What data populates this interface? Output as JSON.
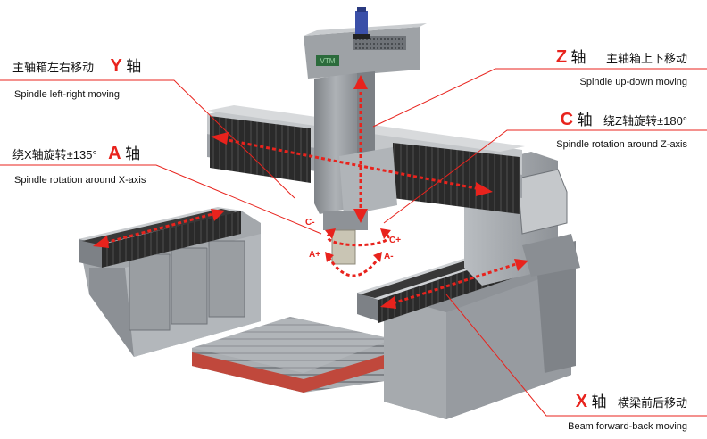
{
  "colors": {
    "accent_red": "#e8231d",
    "bellows_dark": "#2b2b2b",
    "casting_gray": "#9a9ea2",
    "casting_light": "#c9cccf",
    "motor_blue": "#3a4fa8",
    "table_red": "#c0483c",
    "label_text": "#111111"
  },
  "labels": {
    "y_axis": {
      "cn_desc": "主轴箱左右移动",
      "letter": "Y",
      "word": "轴",
      "en": "Spindle left-right moving"
    },
    "a_axis": {
      "cn_desc": "绕X轴旋转±135°",
      "letter": "A",
      "word": "轴",
      "en": "Spindle rotation around X-axis"
    },
    "z_axis": {
      "letter": "Z",
      "word": "轴",
      "cn_desc": "主轴箱上下移动",
      "en": "Spindle up-down moving"
    },
    "c_axis": {
      "letter": "C",
      "word": "轴",
      "cn_desc": "绕Z轴旋转±180°",
      "en": "Spindle rotation around Z-axis"
    },
    "x_axis": {
      "letter": "X",
      "word": "轴",
      "cn_desc": "横梁前后移动",
      "en": "Beam forward-back moving"
    }
  },
  "markers": {
    "c_minus": "C-",
    "c_plus": "C+",
    "a_plus": "A+",
    "a_minus": "A-"
  },
  "logo_text": "VTM",
  "icons": [
    "spindle-motor",
    "rotation-arrow",
    "linear-arrow"
  ]
}
